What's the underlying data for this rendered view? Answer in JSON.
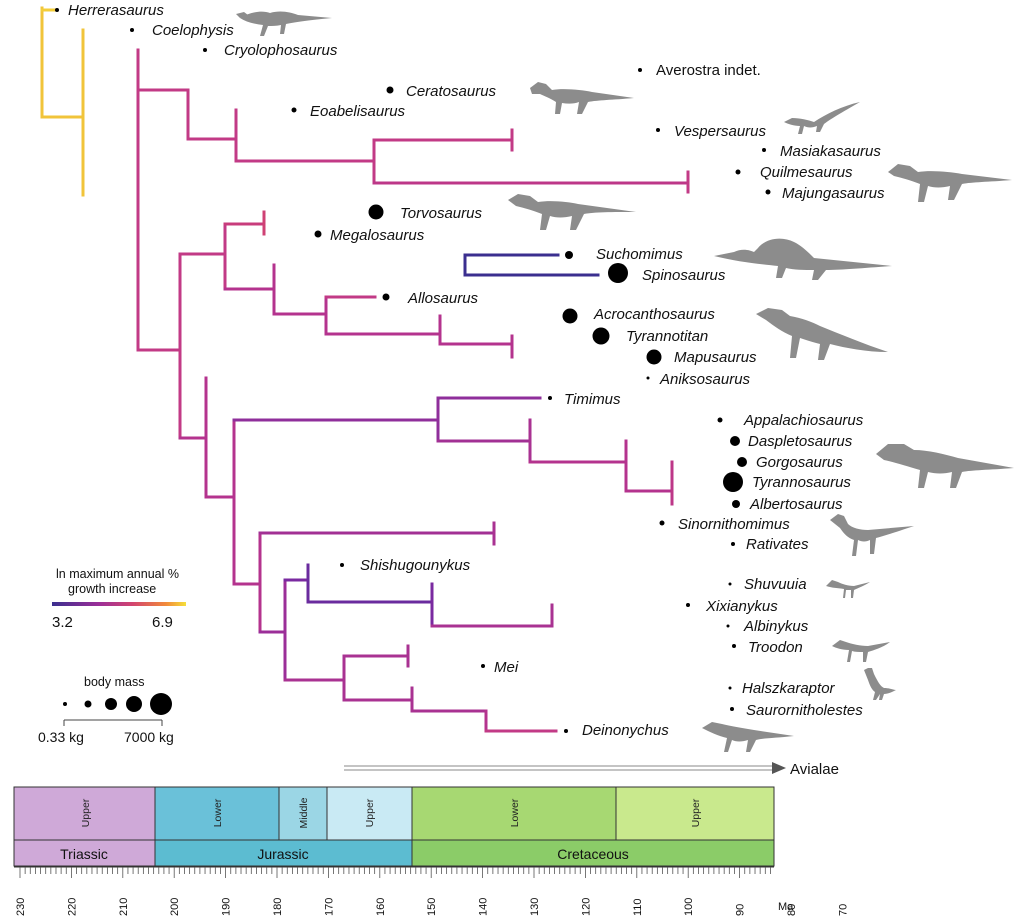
{
  "palette": {
    "low": "#3b2f8f",
    "mid1": "#7a2aa0",
    "mid2": "#c23a86",
    "high1": "#ef6b43",
    "high2": "#f5d130",
    "triassic": "#cfa9d8",
    "jurassic_lower": "#6ac1d9",
    "jurassic_middle": "#9bd6e5",
    "jurassic_upper": "#c9eaf4",
    "cretaceous_lower": "#a7d872",
    "cretaceous_upper": "#c9e98d",
    "jurassic_period": "#5cbcd1",
    "cretaceous_period": "#8bcc68",
    "silhouette": "#8c8c8c"
  },
  "taxa": [
    {
      "name": "Herrerasaurus",
      "italic": true
    },
    {
      "name": "Coelophysis",
      "italic": true
    },
    {
      "name": "Cryolophosaurus",
      "italic": true
    },
    {
      "name": "Averostra indet.",
      "italic": false
    },
    {
      "name": "Ceratosaurus",
      "italic": true
    },
    {
      "name": "Eoabelisaurus",
      "italic": true
    },
    {
      "name": "Vespersaurus",
      "italic": true
    },
    {
      "name": "Masiakasaurus",
      "italic": true
    },
    {
      "name": "Quilmesaurus",
      "italic": true
    },
    {
      "name": "Majungasaurus",
      "italic": true
    },
    {
      "name": "Torvosaurus",
      "italic": true
    },
    {
      "name": "Megalosaurus",
      "italic": true
    },
    {
      "name": "Suchomimus",
      "italic": true
    },
    {
      "name": "Spinosaurus",
      "italic": true
    },
    {
      "name": "Allosaurus",
      "italic": true
    },
    {
      "name": "Acrocanthosaurus",
      "italic": true
    },
    {
      "name": "Tyrannotitan",
      "italic": true
    },
    {
      "name": "Mapusaurus",
      "italic": true
    },
    {
      "name": "Aniksosaurus",
      "italic": true
    },
    {
      "name": "Timimus",
      "italic": true
    },
    {
      "name": "Appalachiosaurus",
      "italic": true
    },
    {
      "name": "Daspletosaurus",
      "italic": true
    },
    {
      "name": "Gorgosaurus",
      "italic": true
    },
    {
      "name": "Tyrannosaurus",
      "italic": true
    },
    {
      "name": "Albertosaurus",
      "italic": true
    },
    {
      "name": "Sinornithomimus",
      "italic": true
    },
    {
      "name": "Rativates",
      "italic": true
    },
    {
      "name": "Shishugounykus",
      "italic": true
    },
    {
      "name": "Shuvuuia",
      "italic": true
    },
    {
      "name": "Xixianykus",
      "italic": true
    },
    {
      "name": "Albinykus",
      "italic": true
    },
    {
      "name": "Troodon",
      "italic": true
    },
    {
      "name": "Mei",
      "italic": true
    },
    {
      "name": "Halszkaraptor",
      "italic": true
    },
    {
      "name": "Saurornitholestes",
      "italic": true
    },
    {
      "name": "Deinonychus",
      "italic": true
    }
  ],
  "avialae_label": "Avialae",
  "legend": {
    "growth_title_line1": "ln maximum annual %",
    "growth_title_line2": "growth increase",
    "growth_min": "3.2",
    "growth_max": "6.9",
    "mass_title": "body mass",
    "mass_min": "0.33 kg",
    "mass_max": "7000 kg"
  },
  "timescale": {
    "epochs": [
      "Upper",
      "Lower",
      "Middle",
      "Upper",
      "Lower",
      "Upper"
    ],
    "periods": [
      "Triassic",
      "Jurassic",
      "Cretaceous"
    ],
    "ticks": [
      "230",
      "220",
      "210",
      "200",
      "190",
      "180",
      "170",
      "160",
      "150",
      "140",
      "130",
      "120",
      "110",
      "100",
      "90",
      "80",
      "70"
    ],
    "unit": "Ma"
  }
}
